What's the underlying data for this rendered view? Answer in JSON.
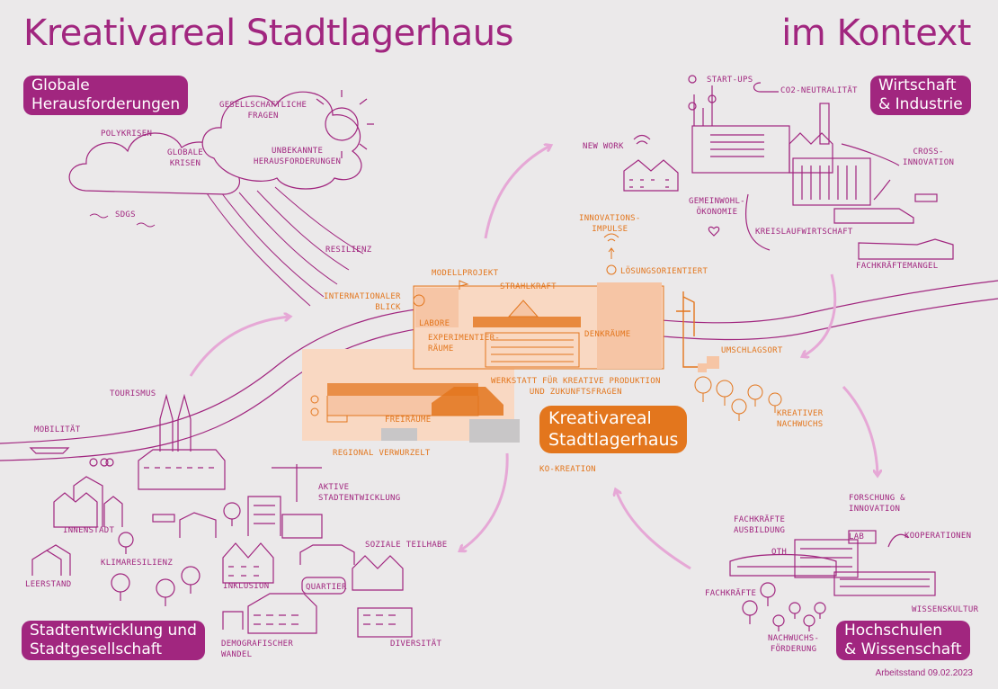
{
  "header": {
    "title_left": "Kreativareal Stadtlagerhaus",
    "title_right": "im Kontext"
  },
  "categories": {
    "global": [
      "Globale",
      "Herausforderungen"
    ],
    "wirtschaft": [
      "Wirtschaft",
      "& Industrie"
    ],
    "stadt": [
      "Stadtentwicklung und",
      "Stadtgesellschaft"
    ],
    "hochschulen": [
      "Hochschulen",
      "& Wissenschaft"
    ]
  },
  "center": {
    "title": [
      "Kreativareal",
      "Stadtlagerhaus"
    ]
  },
  "labels": {
    "polykrisen": "Polykrisen",
    "gesellschaftliche_fragen": [
      "Gesellschaftliche",
      "Fragen"
    ],
    "globale_krisen": [
      "Globale",
      "Krisen"
    ],
    "unbekannte": [
      "unbekannte",
      "Herausforderungen"
    ],
    "sdgs": "SDGs",
    "resilienz": "Resilienz",
    "start_ups": "Start-ups",
    "co2": "CO2-Neutralität",
    "new_work": "New Work",
    "cross_innovation": [
      "Cross-",
      "Innovation"
    ],
    "gemeinwohl": [
      "Gemeinwohl-",
      "ökonomie"
    ],
    "kreislauf": "Kreislaufwirtschaft",
    "fachkraeftemangel": "Fachkräftemangel",
    "innovationsimpulse": [
      "Innovations-",
      "impulse"
    ],
    "loesungsorientiert": "lösungsorientiert",
    "modellprojekt": "Modellprojekt",
    "strahlkraft": "Strahlkraft",
    "internationaler_blick": [
      "Internationaler",
      "Blick"
    ],
    "labore": "Labore",
    "experimentier": [
      "Experimentier-",
      "räume"
    ],
    "denkraeume": "Denkräume",
    "werkstatt": [
      "Werkstatt für kreative Produktion",
      "und Zukunftsfragen"
    ],
    "freiraeume": "Freiräume",
    "regional": "regional verwurzelt",
    "umschlagsort": "Umschlagsort",
    "kreativer_nachwuchs": [
      "kreativer",
      "Nachwuchs"
    ],
    "ko_kreation": "Ko-Kreation",
    "tourismus": "Tourismus",
    "mobilitaet": "Mobilität",
    "aktive_stadtentwicklung": [
      "aktive",
      "Stadtentwicklung"
    ],
    "innenstadt": "Innenstadt",
    "klimaresilienz": "Klimaresilienz",
    "leerstand": "Leerstand",
    "soziale_teilhabe": "soziale Teilhabe",
    "inklusion": "Inklusion",
    "quartier": "Quartier",
    "demografischer": [
      "demografischer",
      "Wandel"
    ],
    "diversitaet": "Diversität",
    "forschung": [
      "Forschung &",
      "Innovation"
    ],
    "fachkraefte_ausbildung": [
      "Fachkräfte",
      "ausbildung"
    ],
    "kooperationen": "Kooperationen",
    "fachkraefte": "Fachkräfte",
    "wissenskultur": "Wissenskultur",
    "nachwuchsfoerderung": [
      "Nachwuchs-",
      "förderung"
    ],
    "oth": "OTH",
    "lab": "LAB"
  },
  "footer": {
    "stand": "Arbeitsstand 09.02.2023"
  },
  "colors": {
    "magenta": "#a1267f",
    "orange": "#e3761d",
    "pink_arrow": "#e6a8d6",
    "background": "#ebe9ea",
    "peach": "#f9d8c2"
  }
}
